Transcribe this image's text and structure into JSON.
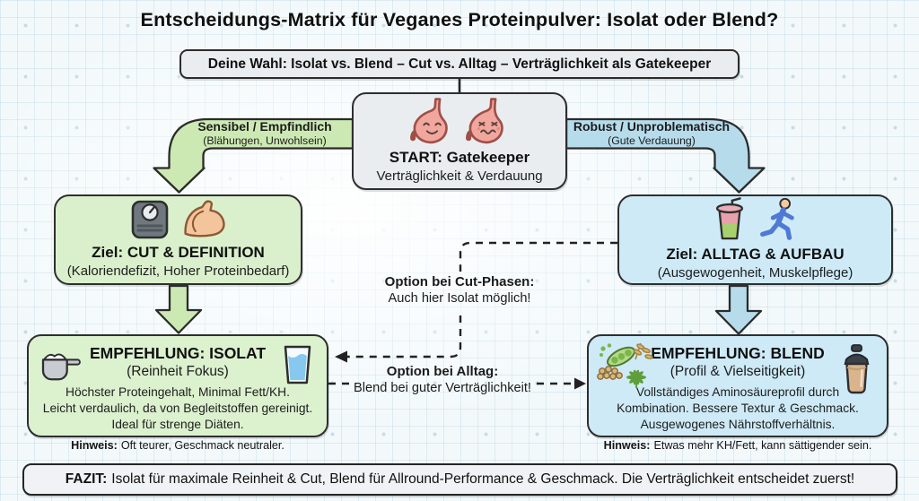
{
  "title": "Entscheidungs-Matrix für Veganes Proteinpulver: Isolat oder Blend?",
  "choice_banner": {
    "text": "Deine Wahl: Isolat vs. Blend – Cut vs. Alltag – Verträglichkeit als Gatekeeper"
  },
  "start_node": {
    "title": "START: Gatekeeper",
    "subtitle": "Verträglichkeit & Verdauung",
    "icons": [
      "happy-stomach",
      "upset-stomach"
    ]
  },
  "branch_left": {
    "label": "Sensibel / Empfindlich",
    "sublabel": "(Blähungen, Unwohlsein)"
  },
  "branch_right": {
    "label": "Robust / Unproblematisch",
    "sublabel": "(Gute Verdauung)"
  },
  "goal_left": {
    "title": "Ziel: CUT & DEFINITION",
    "subtitle": "(Kaloriendefizit, Hoher Proteinbedarf)",
    "icons": [
      "body-scale",
      "flexed-bicep"
    ]
  },
  "goal_right": {
    "title": "Ziel: ALLTAG & AUFBAU",
    "subtitle": "(Ausgewogenheit, Muskelpflege)",
    "icons": [
      "smoothie-cup",
      "runner"
    ]
  },
  "option_cut": {
    "label": "Option bei Cut-Phasen:",
    "text": "Auch hier Isolat möglich!"
  },
  "option_alltag": {
    "label": "Option bei Alltag:",
    "text": "Blend bei guter Verträglichkeit!"
  },
  "rec_left": {
    "title": "EMPFEHLUNG: ISOLAT",
    "subtitle": "(Reinheit Fokus)",
    "body": "Höchster Proteingehalt, Minimal Fett/KH.\nLeicht verdaulich, da von Begleitstoffen gereinigt.\nIdeal für strenge Diäten.",
    "hint_label": "Hinweis:",
    "hint_text": "Oft teurer, Geschmack neutraler.",
    "icons": [
      "powder-scoop",
      "water-glass"
    ]
  },
  "rec_right": {
    "title": "EMPFEHLUNG: BLEND",
    "subtitle": "(Profil & Vielseitigkeit)",
    "body": "Vollständiges Aminosäureprofil durch\nKombination. Bessere Textur & Geschmack.\nAusgewogenes Nährstoffverhältnis.",
    "hint_label": "Hinweis:",
    "hint_text": "Etwas mehr KH/Fett, kann sättigender sein.",
    "icons": [
      "plant-protein-sources",
      "shaker-bottle"
    ]
  },
  "fazit": {
    "label": "FAZIT:",
    "text": "Isolat für maximale Reinheit & Cut, Blend für Allround-Performance & Geschmack. Die Verträglichkeit entscheidet zuerst!"
  },
  "colors": {
    "green_box": "#daf0cc",
    "green_arrow": "#cde9b3",
    "blue_box": "#cdeaf6",
    "blue_arrow": "#b6dcec",
    "neutral_box": "#e9edf0",
    "outline": "#2b2b2b",
    "background": "#f3f9fb"
  }
}
